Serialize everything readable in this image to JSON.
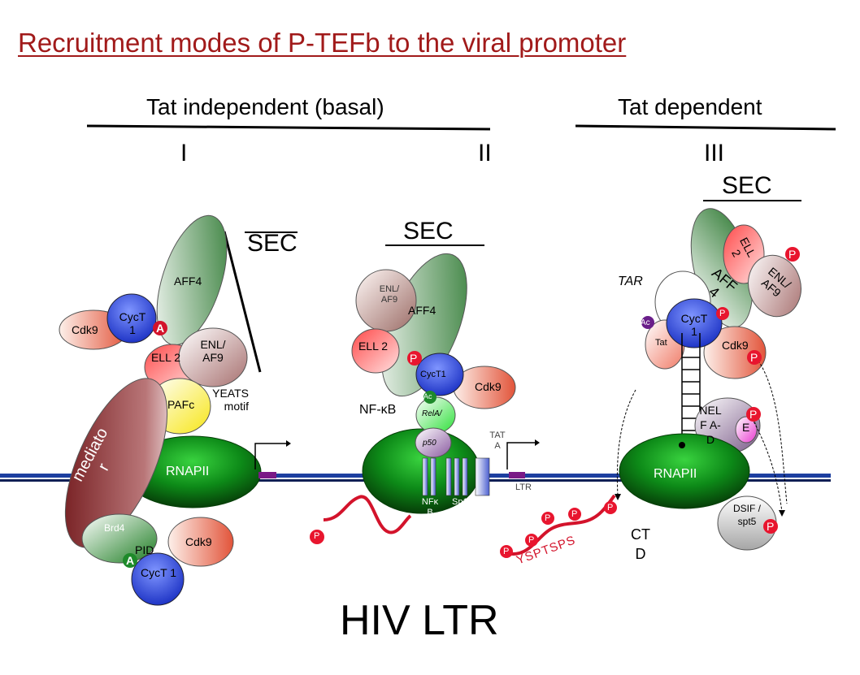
{
  "title": "Recruitment modes of P-TEFb to the viral promoter",
  "headers": {
    "tat_independent": "Tat independent (basal)",
    "tat_dependent": "Tat dependent",
    "mode_1": "I",
    "mode_2": "II",
    "mode_3": "III"
  },
  "panel_1": {
    "sec": "SEC",
    "aff4": "AFF4",
    "cdk9_top": "Cdk9",
    "cyct1": "CycT 1",
    "ac": "A",
    "ell2": "ELL 2",
    "enl_af9": "ENL/ AF9",
    "yeats": "YEATS motif",
    "pafc": "PAFc",
    "mediator": "mediato r",
    "rnapii": "RNAPII",
    "brd4": "Brd4",
    "pid": "PID",
    "cdk9_bottom": "Cdk9",
    "cyct1_bottom": "CycT 1",
    "ac_bottom": "A"
  },
  "panel_2": {
    "sec": "SEC",
    "enl_af9": "ENL/ AF9",
    "aff4": "AFF4",
    "ell2": "ELL 2",
    "p": "P",
    "cyct1": "CycT1",
    "cdk9": "Cdk9",
    "nfkb": "NF-κB",
    "ac": "Ac",
    "rela": "RelA/",
    "p50": "p50",
    "tata": "TAT A",
    "nfkb_site": "NFκ B",
    "sp1": "Sp1",
    "ltr": "LTR",
    "p_bottom": "P"
  },
  "panel_3": {
    "sec": "SEC",
    "ell2": "ELL 2",
    "p_ell": "P",
    "aff4": "AFF 4",
    "enl_af9": "ENL/ AF9",
    "tar": "TAR",
    "ac": "Ac",
    "tat": "Tat",
    "cyct1": "CycT 1",
    "p_cyc": "P",
    "cdk9": "Cdk9",
    "p_cdk9": "P",
    "nelf": "NEL F A-D",
    "nelf_e": "E",
    "p_e": "P",
    "rnapii": "RNAPII",
    "dsif": "DSIF / spt5",
    "p_dsif": "P",
    "ctd": "CT D",
    "ctd_seq": "YSPTSPS",
    "p_ctd_1": "P",
    "p_ctd_2": "P",
    "p_ctd_3": "P",
    "p_ctd_4": "P",
    "p_ctd_5": "P"
  },
  "footer": "HIV LTR",
  "colors": {
    "title": "#a11a1a",
    "phospho": "#e8152e",
    "acetyl": "#1e8a2a",
    "dna": "#1d3fa0",
    "rnapii": "#0b6e12",
    "cyct1": "#2f48d8"
  }
}
